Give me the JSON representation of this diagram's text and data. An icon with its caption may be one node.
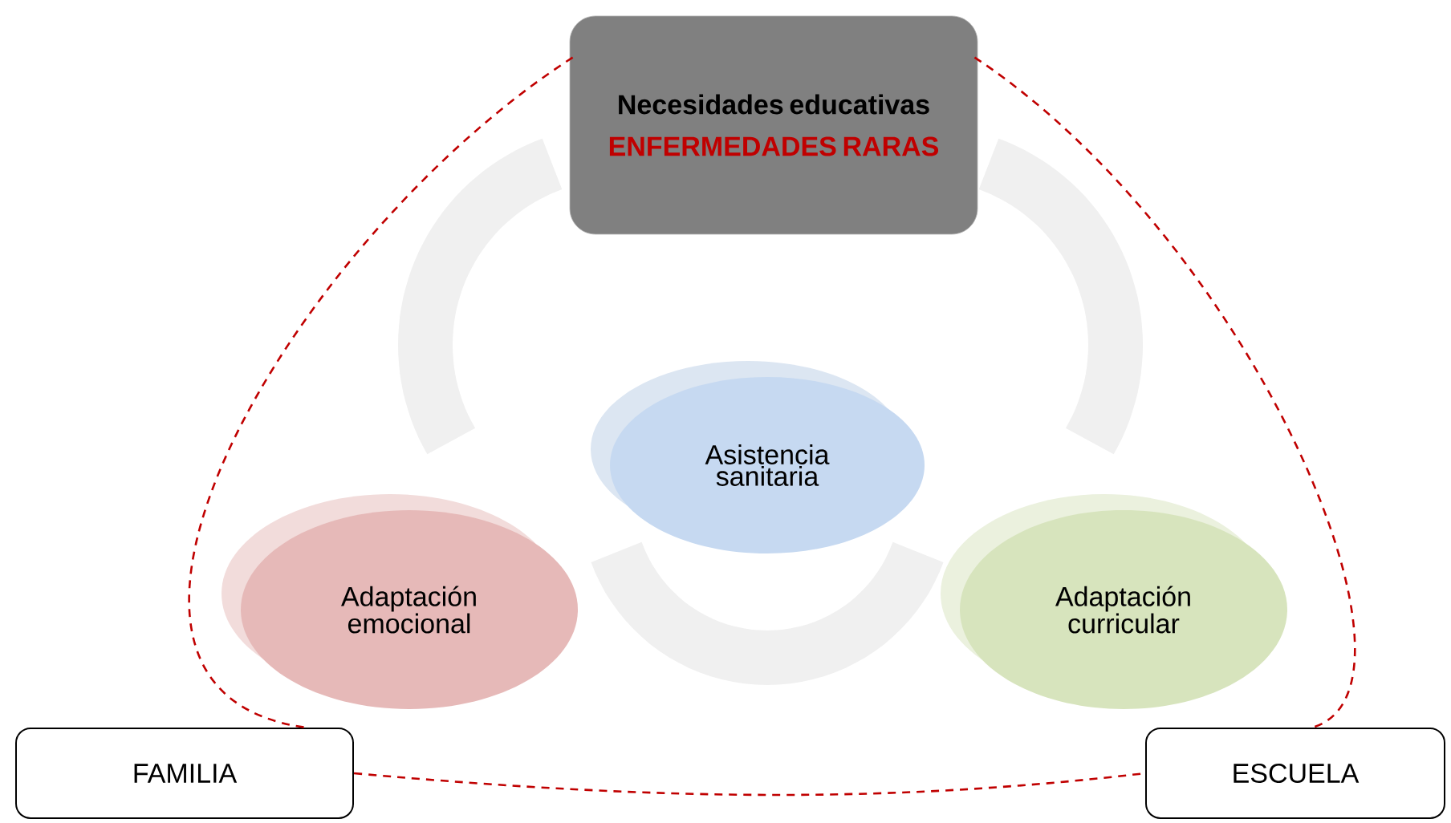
{
  "diagram": {
    "nodes": [
      {
        "text": [
          "Necesidades educativas",
          "ENFERMEDADES RARAS"
        ]
      },
      {
        "text": [
          "Asistencia sanitaria"
        ]
      },
      {
        "text": [
          "Adaptación emocional"
        ]
      },
      {
        "text": [
          "Adaptación curricular"
        ]
      },
      {
        "text": [
          "FAMILIA"
        ]
      },
      {
        "text": [
          "ESCUELA"
        ]
      }
    ],
    "edges": [
      {
        "from": 0,
        "to": 4,
        "arrow": "none",
        "style": "dashed",
        "color": "#c00000"
      },
      {
        "from": 0,
        "to": 5,
        "arrow": "none",
        "style": "dashed",
        "color": "#c00000"
      },
      {
        "from": 4,
        "to": 5,
        "arrow": "none",
        "style": "dashed",
        "color": "#c00000"
      }
    ]
  }
}
